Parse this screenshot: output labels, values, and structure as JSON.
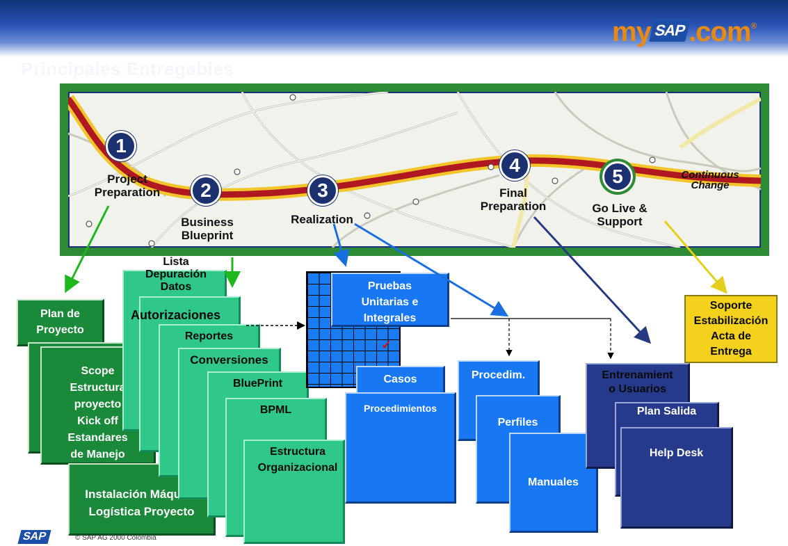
{
  "header": {
    "title": "Principales Entregables",
    "logo": {
      "prefix": "my",
      "brand": "SAP",
      "suffix": ".com",
      "mark": "®"
    }
  },
  "roadmap": {
    "phases": [
      {
        "number": "1",
        "label_line1": "Project",
        "label_line2": "Preparation"
      },
      {
        "number": "2",
        "label_line1": "Business",
        "label_line2": "Blueprint"
      },
      {
        "number": "3",
        "label_line1": "Realization",
        "label_line2": ""
      },
      {
        "number": "4",
        "label_line1": "Final",
        "label_line2": "Preparation"
      },
      {
        "number": "5",
        "label_line1": "Go Live &",
        "label_line2": "Support"
      }
    ],
    "continuous_change": {
      "line1": "Continuous",
      "line2": "Change"
    }
  },
  "phase1_cards": {
    "plan": [
      "Plan de",
      "Proyecto"
    ],
    "scope": [
      "Scope",
      "Estructura",
      "proyecto",
      "Kick off",
      "Estandares",
      "de Manejo"
    ],
    "install": [
      "Instalación Máquina",
      "Logística Proyecto"
    ]
  },
  "phase2_cards": {
    "lista": [
      "Lista",
      "Depuración",
      "Datos"
    ],
    "autorizaciones": "Autorizaciones",
    "reportes": "Reportes",
    "conversiones": "Conversiones",
    "blueprint": "BluePrint",
    "bpml": "BPML",
    "estructura": [
      "Estructura",
      "Organizacional"
    ]
  },
  "phase3_cards": {
    "pruebas": [
      "Pruebas",
      "Unitarias e",
      "Integrales"
    ],
    "casos": "Casos",
    "procedimientos": "Procedimientos",
    "procedim": "Procedim.",
    "perfiles": "Perfiles",
    "manuales": "Manuales"
  },
  "phase4_cards": {
    "entrenamiento": [
      "Entrenamient",
      "o Usuarios"
    ],
    "plan_salida": "Plan Salida",
    "help_desk": "Help Desk"
  },
  "phase5_cards": {
    "soporte": [
      "Soporte",
      "Estabilización",
      "Acta de",
      "Entrega"
    ]
  },
  "footer": {
    "logo": "SAP",
    "copyright": "© SAP AG 2000 Colombia"
  },
  "colors": {
    "green_dark": "#1a8a3a",
    "green_light": "#2fc88a",
    "blue_bright": "#1877f2",
    "navy": "#253a8a",
    "yellow": "#f4d11c",
    "arrow_green": "#1cb81c",
    "arrow_blue": "#1a6fe0",
    "arrow_navy": "#263a84",
    "arrow_yellow": "#e3cf1c"
  }
}
